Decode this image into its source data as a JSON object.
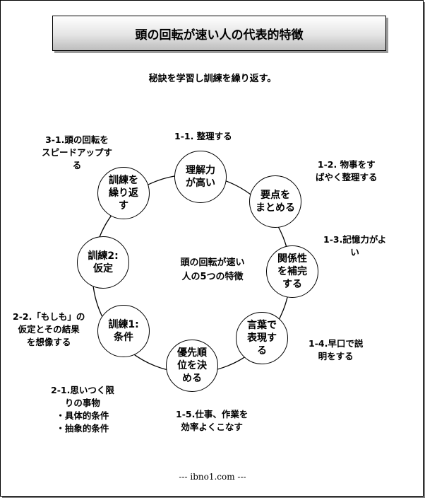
{
  "title": "頭の回転が速い人の代表的特徴",
  "subtitle": "秘訣を学習し訓練を繰り返す。",
  "center": "頭の回転が速い\n人の5つの特徴",
  "nodes": [
    {
      "id": "rikai",
      "label": "理解力\nが高い"
    },
    {
      "id": "youten",
      "label": "要点を\nまとめる"
    },
    {
      "id": "kankei",
      "label": "関係性\nを補完\nする"
    },
    {
      "id": "kotoba",
      "label": "言葉で\n表現す\nる"
    },
    {
      "id": "yuusen",
      "label": "優先順\n位を決\nめる"
    },
    {
      "id": "kunren1",
      "label": "訓練1:\n条件"
    },
    {
      "id": "kunren2",
      "label": "訓練2:\n仮定"
    },
    {
      "id": "kurikaesu",
      "label": "訓練を\n繰り返\nす"
    }
  ],
  "notes": [
    {
      "id": "n1_1",
      "text": "1-1. 整理する"
    },
    {
      "id": "n1_2",
      "text": "1-2. 物事をす\nばやく整理する"
    },
    {
      "id": "n1_3",
      "text": "1-3.記憶力がよ\nい"
    },
    {
      "id": "n1_4",
      "text": "1-4.早口で説\n明をする"
    },
    {
      "id": "n1_5",
      "text": "1-5.仕事、作業を\n効率よくこなす"
    },
    {
      "id": "n2_1",
      "text": "2-1.思いつく限\nりの事物\n・具体的条件\n・抽象的条件"
    },
    {
      "id": "n2_2",
      "text": "2-2.「もしも」の\n仮定とその結果\nを想像する"
    },
    {
      "id": "n3_1",
      "text": "3-1.頭の回転を\nスピードアップす\nる"
    }
  ],
  "footer": "--- ibno1.com ---"
}
